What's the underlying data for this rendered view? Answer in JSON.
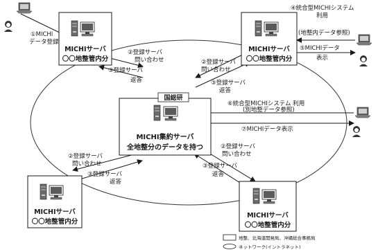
{
  "center": {
    "tag": "国総研",
    "line1": "MICHI集約サーバ",
    "line2": "全地整分のデータを持つ"
  },
  "servers": {
    "top_left": {
      "line1": "MICHIサーバ",
      "line2": "〇〇地整管内分"
    },
    "top_right": {
      "line1": "MICHIサーバ",
      "line2": "〇〇地整管内分"
    },
    "bottom_left": {
      "line1": "MICHIサーバ",
      "line2": "〇〇地整管内分"
    },
    "bottom_right": {
      "line1": "MICHIサーバ",
      "line2": "〇〇地整管内分"
    }
  },
  "labels": {
    "tl_reg": [
      "①MICHI",
      "データ登録"
    ],
    "tr_use": [
      "④統合型MICHIシステム",
      "利用",
      "(地整内データ参照)"
    ],
    "tr_show": [
      "⑤MICHIデータ",
      "表示"
    ],
    "right_use": [
      "⑥統合型MICHIシステム 利用",
      "(別地整データ参照)"
    ],
    "right_show": "⑦MICHIデータ表示",
    "inq_tl": [
      "②登録サーバ",
      "問い合わせ"
    ],
    "ans_tl": [
      "③登録サーバ",
      "返答"
    ],
    "inq_tr": [
      "②登録サーバ",
      "問い合わせ"
    ],
    "ans_tr": [
      "③登録サーバ",
      "返答"
    ],
    "inq_bl": [
      "②登録サーバ",
      "問い合わせ"
    ],
    "ans_bl": [
      "③登録サーバ",
      "返答"
    ],
    "inq_br": [
      "②登録サーバ",
      "問い合わせ"
    ],
    "ans_br": [
      "③登録サーバ",
      "返答"
    ]
  },
  "legend": {
    "box_label": "地整、北海道開発局、沖縄総合事務局",
    "network_label": "ネットワーク(イントラネット)"
  }
}
